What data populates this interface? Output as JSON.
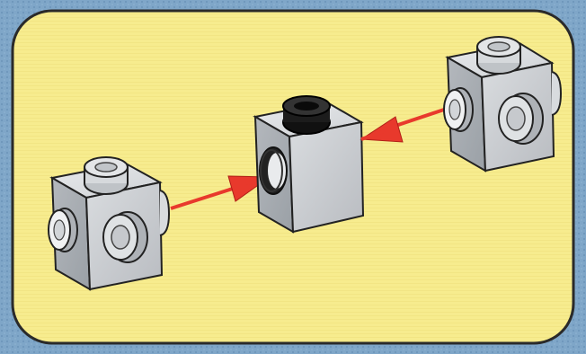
{
  "illustration": {
    "background_color": "#7fa6c8",
    "panel_color": "#f7ec8e",
    "panel_border_color": "#2a2a2a",
    "brick_color": "#c9ccd0",
    "arrow_color": "#e8392c",
    "parts": [
      {
        "name": "brick-with-side-studs-left"
      },
      {
        "name": "brick-with-hole-center"
      },
      {
        "name": "brick-with-side-studs-right"
      }
    ],
    "arrows": [
      {
        "name": "arrow-left-to-center"
      },
      {
        "name": "arrow-right-to-center"
      }
    ]
  }
}
